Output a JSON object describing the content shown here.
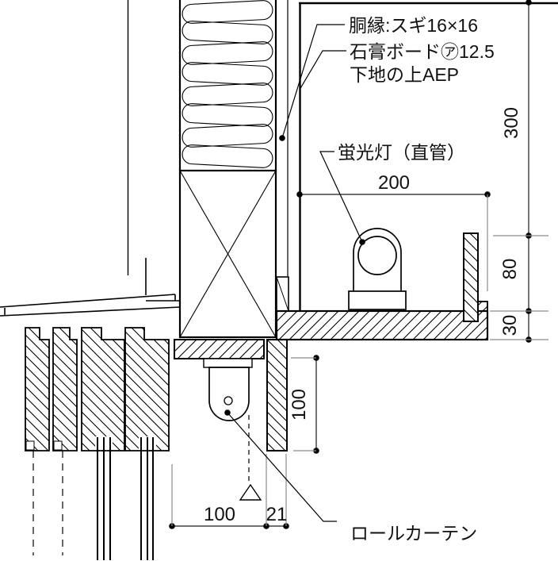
{
  "drawing": {
    "type": "architectural-section-detail",
    "labels": {
      "furring": "胴縁:スギ16×16",
      "gypsum_line1": "石膏ボード㋐12.5",
      "gypsum_line2": "下地の上AEP",
      "light": "蛍光灯（直管）",
      "roll_curtain": "ロールカーテン"
    },
    "dimensions": {
      "ceiling_to_fascia": "300",
      "light_recess_width": "200",
      "fascia_height": "80",
      "shelf_thickness": "30",
      "curtain_box_depth": "100",
      "curtain_box_width": "100",
      "board_thickness": "21"
    },
    "colors": {
      "line": "#000000",
      "dimension_line": "#1a1a1a",
      "extension_line": "#8c8c8c",
      "background": "#ffffff"
    }
  }
}
